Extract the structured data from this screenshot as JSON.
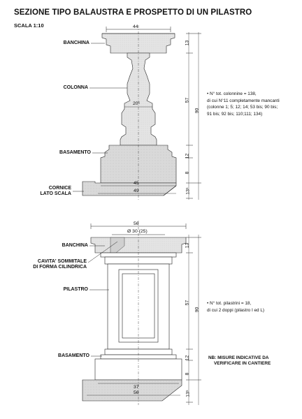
{
  "title": "SEZIONE TIPO BALAUSTRA E PROSPETTO DI UN PILASTRO",
  "scale": "SCALA 1:10",
  "balustrade": {
    "labels": {
      "banchina": "BANCHINA",
      "colonna": "COLONNA",
      "basamento": "BASAMENTO",
      "cornice_line1": "CORNICE",
      "cornice_line2": "LATO SCALA"
    },
    "dims": {
      "top_width": "44",
      "neck_width": "20⁵",
      "base_inner": "45",
      "base_outer": "49",
      "h_banchina": "13",
      "h_colonna": "57",
      "h_total": "90",
      "h_base1": "12",
      "h_base2": "8",
      "h_cornice": "13⁵"
    },
    "note_line1": "• N° tot. colonnine = 138,",
    "note_line2": "di cui N°11 completamente mancanti",
    "note_line3": "(colonne 1; 5; 12; 14; 53 bis; 90 bis;",
    "note_line4": "91 bis; 92 bis; 110;111; 134)"
  },
  "pillar": {
    "labels": {
      "banchina": "BANCHINA",
      "cavita_line1": "CAVITA' SOMMITALE",
      "cavita_line2": "DI FORMA CILINDRICA",
      "pilastro": "PILASTRO",
      "basamento": "BASAMENTO"
    },
    "dims": {
      "top_width": "56",
      "cavity": "Ø 30 (25)",
      "base_inner": "37",
      "base_outer": "56",
      "h_banchina": "13",
      "h_pilastro": "57",
      "h_total": "90",
      "h_base1": "12",
      "h_base2": "8",
      "h_cornice": "13⁵"
    },
    "note_line1": "• N° tot. pilastrini = 18,",
    "note_line2": "di cui 2 doppi (pilastro I ed L)",
    "nb_line1": "NB: MISURE INDICATIVE DA",
    "nb_line2": "VERIFICARE IN CANTIERE"
  }
}
